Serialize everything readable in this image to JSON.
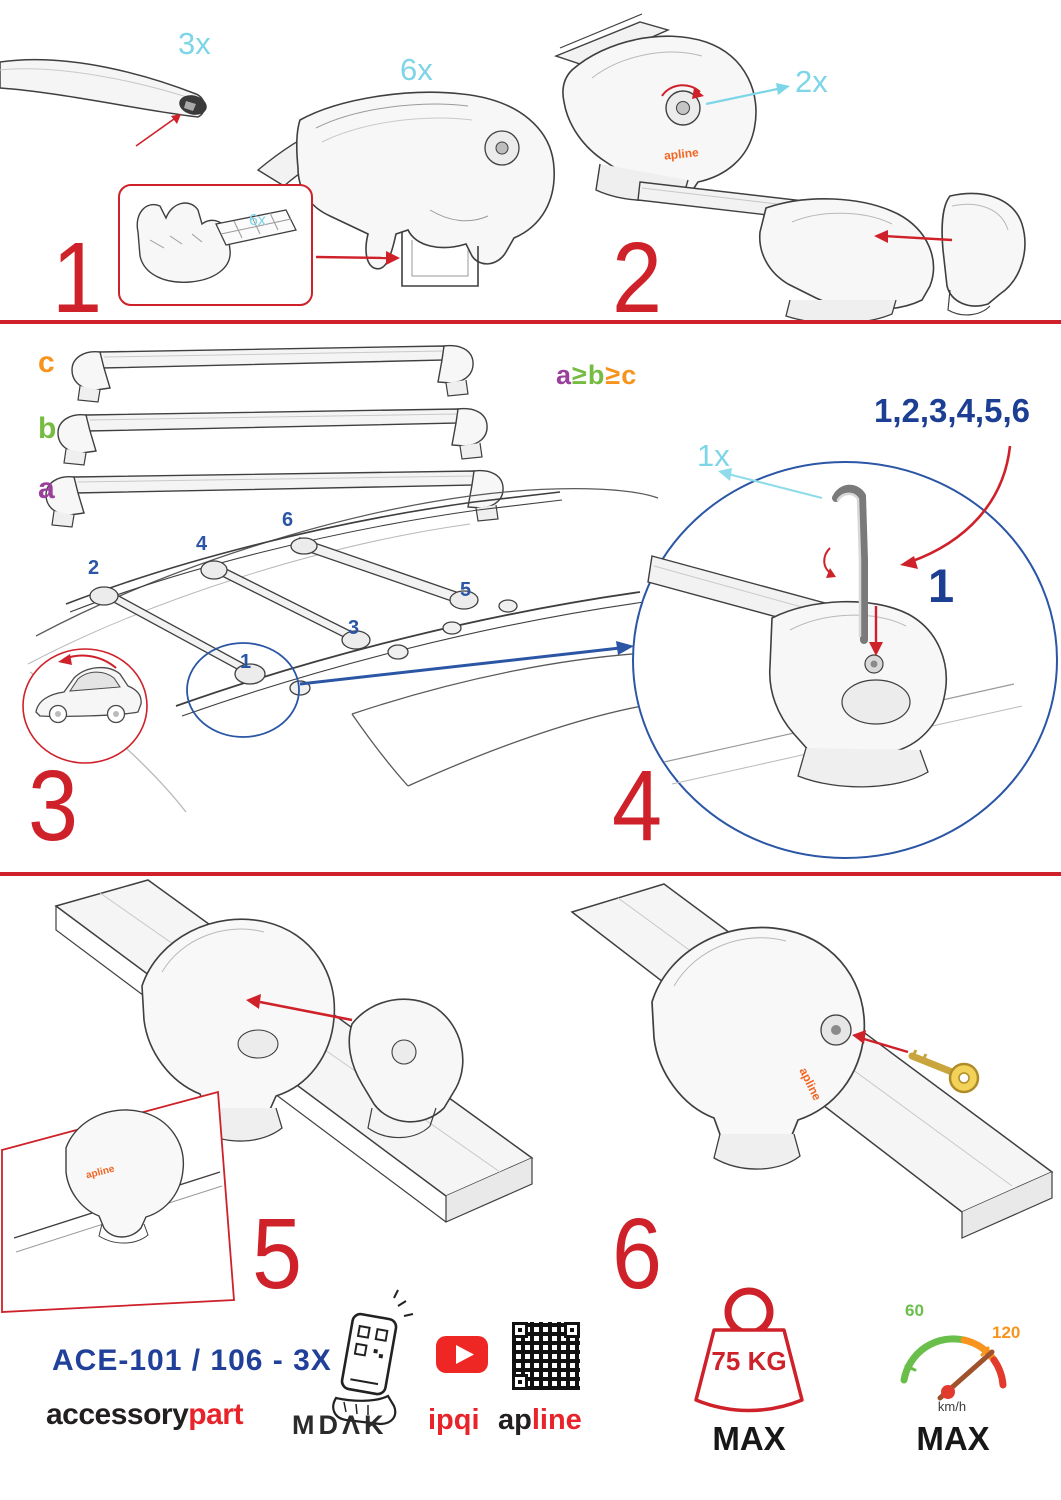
{
  "colors": {
    "accent_red": "#cf2129",
    "qty_cyan": "#7dd5e8",
    "sequence_blue": "#1c3f94",
    "size_c_orange": "#f7941d",
    "size_b_green": "#76bc43",
    "size_a_purple": "#9a3f9c"
  },
  "steps": {
    "one": {
      "number": "1",
      "bar_qty": "3x",
      "foot_qty": "6x",
      "pad_qty": "6x"
    },
    "two": {
      "number": "2",
      "tool_qty": "2x"
    },
    "three": {
      "number": "3",
      "size_a": "a",
      "size_b": "b",
      "size_c": "c",
      "rule_a": "a",
      "rule_ge1": "≥",
      "rule_b": "b",
      "rule_ge2": "≥",
      "rule_c": "c",
      "pos1": "1",
      "pos2": "2",
      "pos3": "3",
      "pos4": "4",
      "pos5": "5",
      "pos6": "6"
    },
    "four": {
      "number": "4",
      "key_qty": "1x",
      "sequence": "1,2,3,4,5,6",
      "first": "1"
    },
    "five": {
      "number": "5"
    },
    "six": {
      "number": "6"
    }
  },
  "branding": {
    "part_label": "apline"
  },
  "footer": {
    "model": "ACE-101 / 106 - 3X",
    "brand_black": "accessory",
    "brand_red": "part",
    "mdak": "MDΛK",
    "ipqi": "ipqi",
    "apline_black": "ap",
    "apline_red": "line",
    "weight_value": "75 KG",
    "weight_max": "MAX",
    "speed_low": "60",
    "speed_high": "120",
    "speed_unit": "km/h",
    "speed_max": "MAX"
  }
}
